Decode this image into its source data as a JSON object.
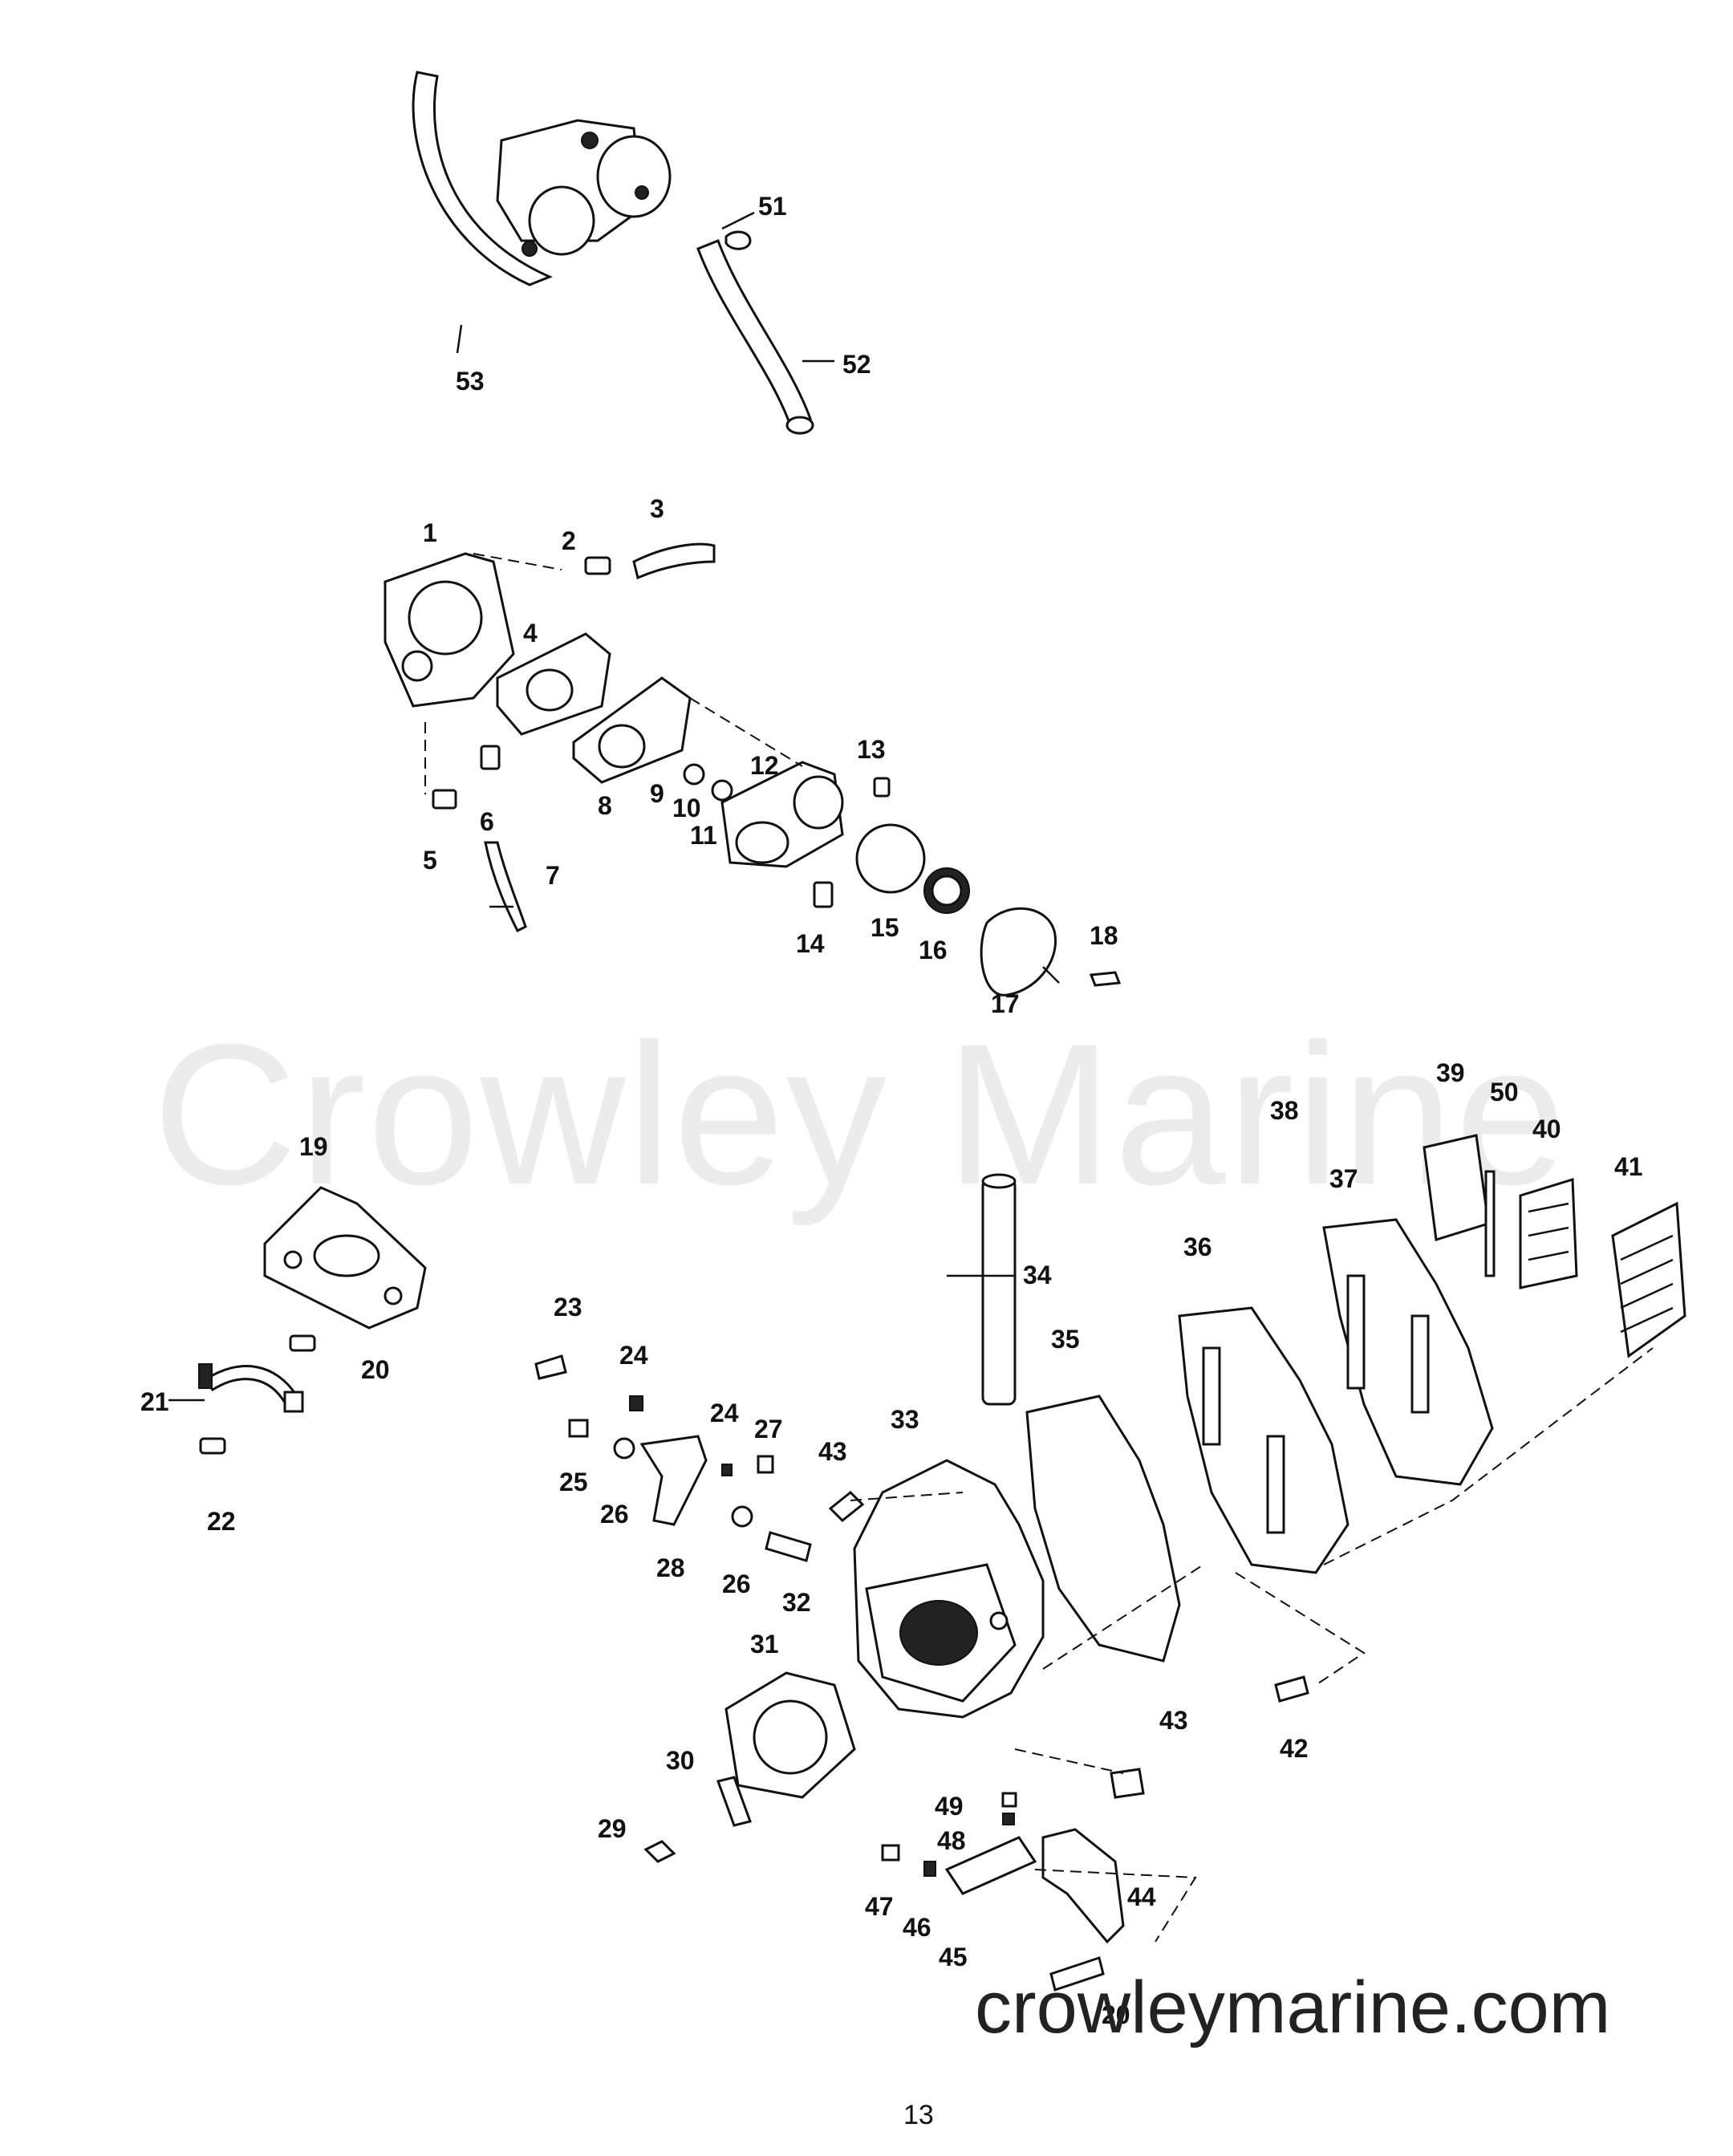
{
  "watermark": "Crowley Marine",
  "website": "crowleymarine.com",
  "page_number": "13",
  "callouts": [
    "1",
    "2",
    "3",
    "4",
    "5",
    "6",
    "7",
    "8",
    "9",
    "10",
    "11",
    "12",
    "13",
    "14",
    "15",
    "16",
    "17",
    "18",
    "19",
    "20",
    "20",
    "21",
    "22",
    "23",
    "24",
    "24",
    "25",
    "26",
    "26",
    "27",
    "28",
    "29",
    "30",
    "31",
    "32",
    "33",
    "34",
    "35",
    "36",
    "37",
    "38",
    "39",
    "40",
    "41",
    "42",
    "43",
    "43",
    "44",
    "45",
    "46",
    "47",
    "48",
    "49",
    "50",
    "51",
    "52",
    "53"
  ]
}
